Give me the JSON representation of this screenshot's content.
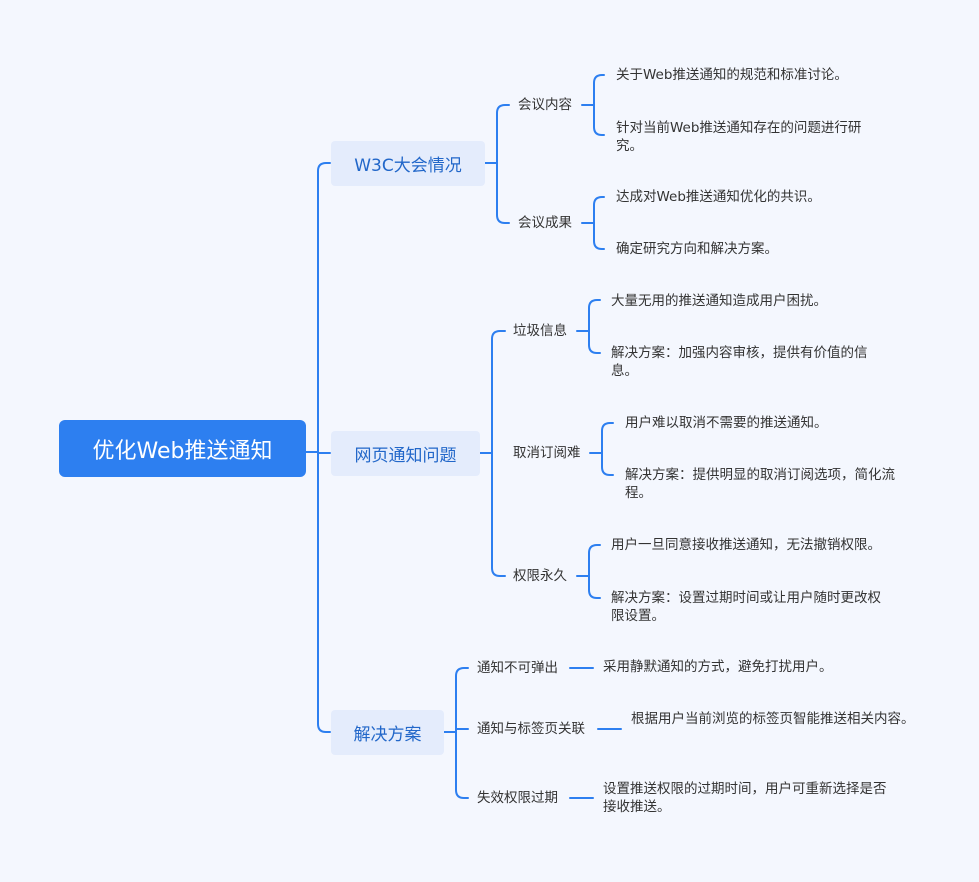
{
  "root": "优化Web推送通知",
  "branches": [
    {
      "label": "W3C大会情况",
      "children": [
        {
          "label": "会议内容",
          "leaves": [
            "关于Web推送通知的规范和标准讨论。",
            "针对当前Web推送通知存在的问题进行研究。"
          ]
        },
        {
          "label": "会议成果",
          "leaves": [
            "达成对Web推送通知优化的共识。",
            "确定研究方向和解决方案。"
          ]
        }
      ]
    },
    {
      "label": "网页通知问题",
      "children": [
        {
          "label": "垃圾信息",
          "leaves": [
            "大量无用的推送通知造成用户困扰。",
            "解决方案：加强内容审核，提供有价值的信息。"
          ]
        },
        {
          "label": "取消订阅难",
          "leaves": [
            "用户难以取消不需要的推送通知。",
            "解决方案：提供明显的取消订阅选项，简化流程。"
          ]
        },
        {
          "label": "权限永久",
          "leaves": [
            "用户一旦同意接收推送通知，无法撤销权限。",
            "解决方案：设置过期时间或让用户随时更改权限设置。"
          ]
        }
      ]
    },
    {
      "label": "解决方案",
      "children": [
        {
          "label": "通知不可弹出",
          "leaves": [
            "采用静默通知的方式，避免打扰用户。"
          ]
        },
        {
          "label": "通知与标签页关联",
          "leaves": [
            "根据用户当前浏览的标签页智能推送相关内容。"
          ]
        },
        {
          "label": "失效权限过期",
          "leaves": [
            "设置推送权限的过期时间，用户可重新选择是否接收推送。"
          ]
        }
      ]
    }
  ],
  "colors": {
    "line": "#2d7ff0",
    "root_bg": "#2d7ff0",
    "branch_bg": "#e4ecfc",
    "branch_text": "#2267c9",
    "background": "#f4f7fe"
  }
}
